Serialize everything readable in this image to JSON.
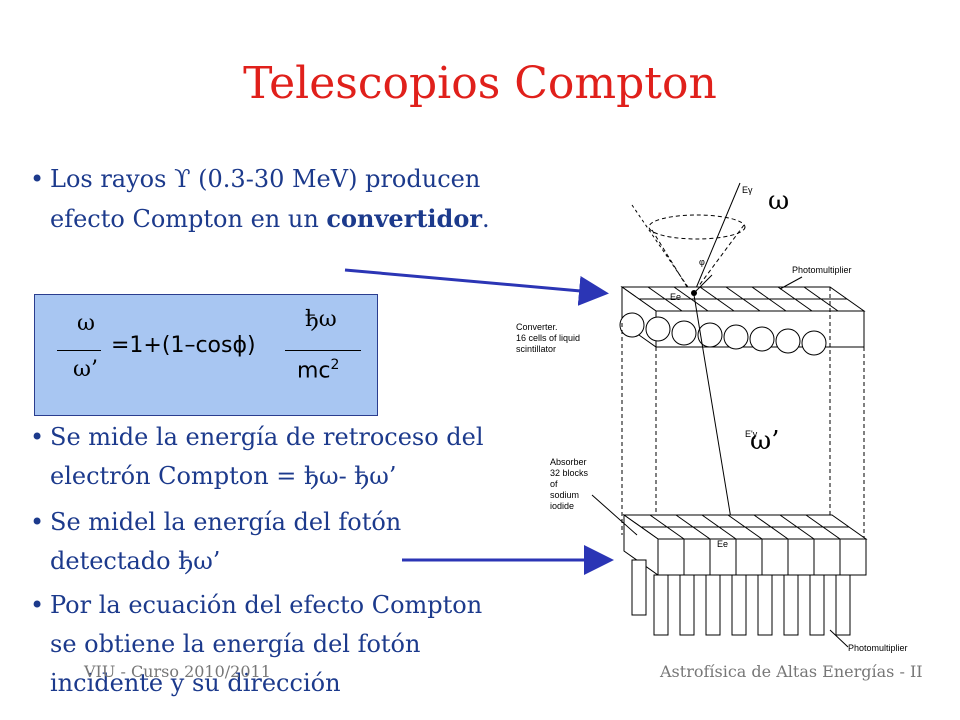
{
  "slide": {
    "title": "Telescopios Compton",
    "bullets": [
      {
        "pre": "Los rayos ϒ (0.3-30 MeV) producen efecto Compton en un ",
        "bold": "convertidor",
        "post": "."
      },
      {
        "text": "Se mide la energía de retroceso del electrón Compton = ђω- ђω’"
      },
      {
        "text": "Se midel la energía del fotón detectado ђω’"
      },
      {
        "text": "Por la ecuación del efecto Compton se obtiene la energía del fotón incidente y su dirección"
      }
    ],
    "equation": {
      "num_left": "ω",
      "den_left": "ω’",
      "middle": "=1+(1–cosϕ)",
      "num_right": "ђω",
      "den_right": "mc",
      "den_right_sup": "2"
    },
    "footer_left": "VIU - Curso 2010/2011",
    "footer_right": "Astrofísica de Altas Energías - II"
  },
  "figure": {
    "omega_top": "ω",
    "omega_mid": "ω’",
    "labels": {
      "photomultiplier_top": "Photomultiplier",
      "converter": "Converter.\n16 cells of liquid\nscintillator",
      "absorber": "Absorber\n32 blocks\nof\nsodium\niodide",
      "photomultiplier_bottom": "Photomultiplier",
      "e_gamma": "Eγ",
      "e_gamma_prime": "E'γ",
      "ee_top": "Ee",
      "ee_bottom": "Ee",
      "phi": "φ"
    }
  },
  "colors": {
    "title": "#e0201b",
    "text": "#1c3a8c",
    "box": "#a8c6f2",
    "arrow": "#2b35b5"
  }
}
